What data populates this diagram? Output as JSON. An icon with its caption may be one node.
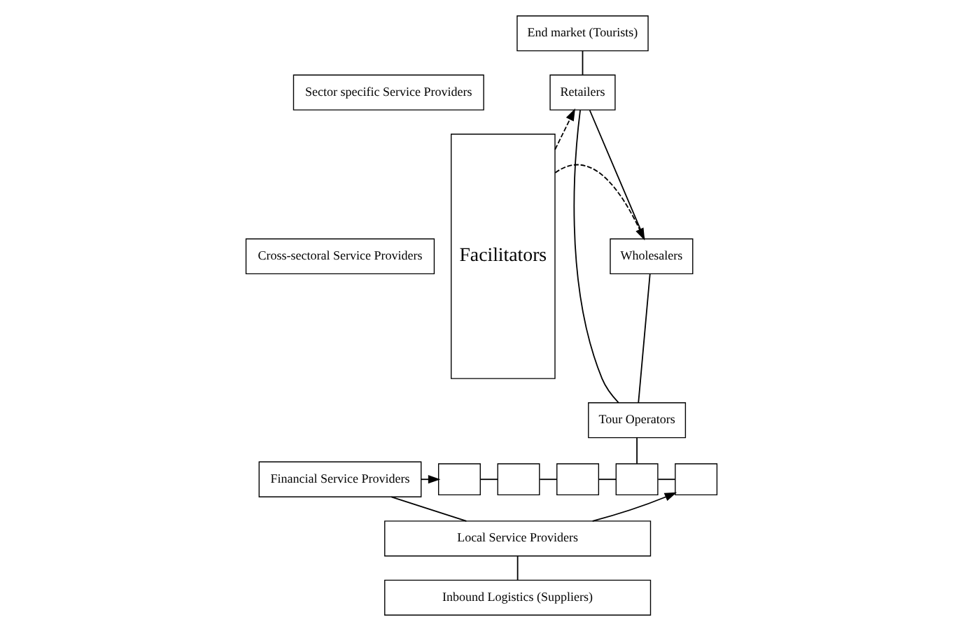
{
  "diagram": {
    "nodes": [
      {
        "text": [
          "End market (Tourists)"
        ]
      },
      {
        "text": [
          "Retailers"
        ]
      },
      {
        "text": [
          "Wholesalers"
        ]
      },
      {
        "text": [
          "Tour Operators"
        ]
      },
      {
        "text": [
          "Facilitators"
        ]
      },
      {
        "text": [
          "Sector specific Service Providers"
        ]
      },
      {
        "text": [
          "Cross-sectoral Service Providers"
        ]
      },
      {
        "text": [
          "Financial Service Providers"
        ]
      },
      {
        "text": [],
        "shape": "box"
      },
      {
        "text": [],
        "shape": "box"
      },
      {
        "text": [],
        "shape": "box"
      },
      {
        "text": [],
        "shape": "box"
      },
      {
        "text": [],
        "shape": "box"
      },
      {
        "text": [
          "Local Service Providers"
        ]
      },
      {
        "text": [
          "Inbound Logistics (Suppliers)"
        ]
      }
    ],
    "edges": [
      {
        "from": 0,
        "to": 1,
        "arrow": "none"
      },
      {
        "from": 1,
        "to": 2,
        "arrow": "none"
      },
      {
        "from": 4,
        "to": 1,
        "arrow": "to",
        "style": "dashed"
      },
      {
        "from": 4,
        "to": 2,
        "arrow": "to",
        "style": "dashed"
      },
      {
        "from": 1,
        "to": 3,
        "arrow": "none"
      },
      {
        "from": 2,
        "to": 3,
        "arrow": "none"
      },
      {
        "from": 3,
        "to": 11,
        "arrow": "none"
      },
      {
        "from": 7,
        "to": 8,
        "arrow": "to"
      },
      {
        "from": 8,
        "to": 9,
        "arrow": "none"
      },
      {
        "from": 9,
        "to": 10,
        "arrow": "none"
      },
      {
        "from": 10,
        "to": 11,
        "arrow": "none"
      },
      {
        "from": 11,
        "to": 12,
        "arrow": "none"
      },
      {
        "from": 13,
        "to": 12,
        "arrow": "to"
      },
      {
        "from": 7,
        "to": 13,
        "arrow": "none"
      },
      {
        "from": 13,
        "to": 14,
        "arrow": "none"
      }
    ]
  }
}
